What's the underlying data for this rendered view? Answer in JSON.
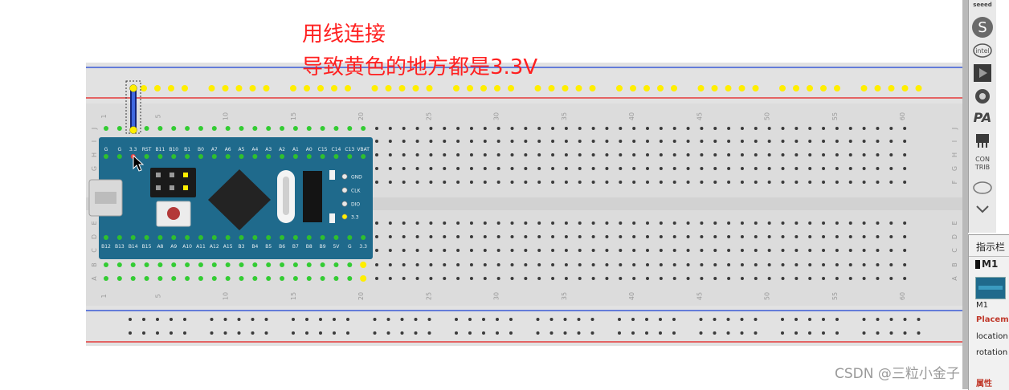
{
  "annotation": {
    "line1": "用线连接",
    "line2": "导致黄色的地方都是3.3V"
  },
  "breadboard": {
    "column_numbers": [
      "1",
      "5",
      "10",
      "15",
      "20",
      "25",
      "30",
      "35",
      "40",
      "45",
      "50",
      "55",
      "60"
    ],
    "row_letters_top": [
      "J",
      "I",
      "H",
      "G",
      "F"
    ],
    "row_letters_bottom": [
      "E",
      "D",
      "C",
      "B",
      "A"
    ],
    "columns": 60,
    "highlight_color": "#ffee00",
    "connected_color": "#33cc33",
    "hole_color": "#3a3a3a",
    "board_color": "#dcdcdc",
    "rail_red": "#e43a3a",
    "rail_blue": "#3a5bd6"
  },
  "module": {
    "top_pins": [
      "G",
      "G",
      "3.3",
      "RST",
      "B11",
      "B10",
      "B1",
      "B0",
      "A7",
      "A6",
      "A5",
      "A4",
      "A3",
      "A2",
      "A1",
      "A0",
      "C15",
      "C14",
      "C13",
      "VBAT"
    ],
    "bottom_pins": [
      "B12",
      "B13",
      "B14",
      "B15",
      "A8",
      "A9",
      "A10",
      "A11",
      "A12",
      "A15",
      "B3",
      "B4",
      "B5",
      "B6",
      "B7",
      "B8",
      "B9",
      "5V",
      "G",
      "3.3"
    ],
    "side_pins": [
      "GND",
      "CLK",
      "DIO",
      "3.3"
    ],
    "pcb_color": "#1f6a8c"
  },
  "toolbar": {
    "items": [
      {
        "label": "seeed",
        "icon": "seeed-logo-icon"
      },
      {
        "label": "S",
        "icon": "sparkfun-icon"
      },
      {
        "label": "intel",
        "icon": "intel-logo-icon"
      },
      {
        "label": "",
        "icon": "play-triangle-icon"
      },
      {
        "label": "",
        "icon": "snail-icon"
      },
      {
        "label": "PA",
        "icon": "pa-logo-icon"
      },
      {
        "label": "",
        "icon": "chip-icon"
      },
      {
        "label": "CON\nTRIB",
        "icon": "contrib-icon"
      },
      {
        "label": "",
        "icon": "cloud-icon"
      },
      {
        "label": "",
        "icon": "chevron-down-icon"
      }
    ]
  },
  "inspector": {
    "title": "指示栏",
    "part_heading": "M1",
    "part_label": "M1",
    "section_placement": "Placemen",
    "field_location": "location",
    "field_rotation": "rotation",
    "section_properties": "属性"
  },
  "watermark": "CSDN @三粒小金子"
}
